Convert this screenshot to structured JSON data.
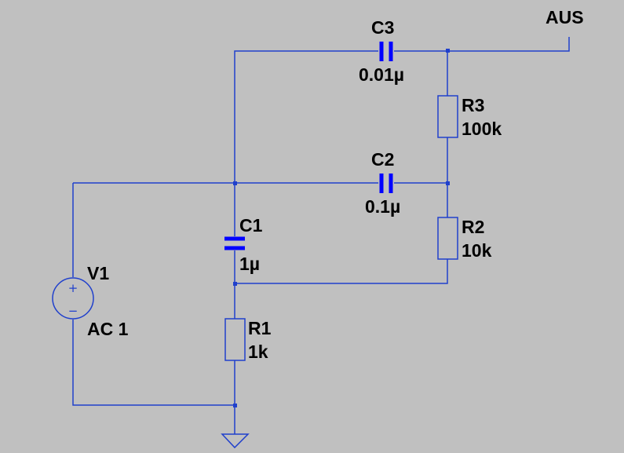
{
  "output_label": "AUS",
  "components": {
    "C1": {
      "name": "C1",
      "value": "1µ"
    },
    "C2": {
      "name": "C2",
      "value": "0.1µ"
    },
    "C3": {
      "name": "C3",
      "value": "0.01µ"
    },
    "R1": {
      "name": "R1",
      "value": "1k"
    },
    "R2": {
      "name": "R2",
      "value": "10k"
    },
    "R3": {
      "name": "R3",
      "value": "100k"
    },
    "V1": {
      "name": "V1",
      "value": "AC 1",
      "plus_sign": "+",
      "minus_sign": "−"
    }
  },
  "colors": {
    "background": "#c0c0c0",
    "wire": "#2040cc",
    "capacitor_plate": "#0000ff",
    "text": "#000000"
  },
  "ground_symbol": "ground-icon"
}
